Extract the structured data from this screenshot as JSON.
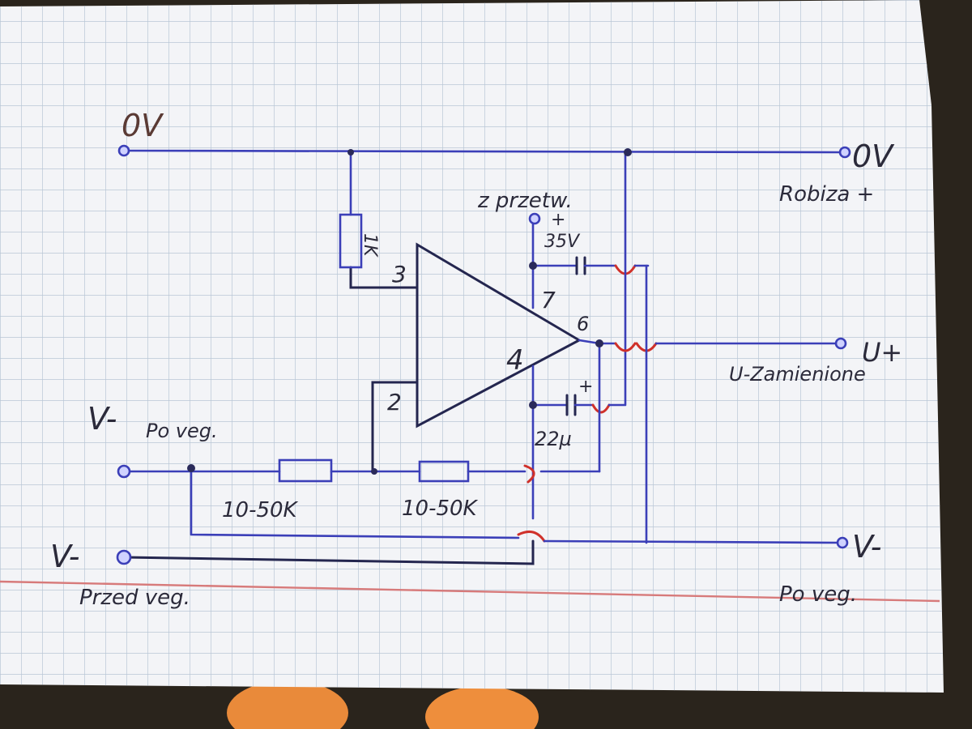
{
  "labels": {
    "top_left_0v": "0V",
    "top_right_0v": "0V",
    "robiza": "Robiza +",
    "z_przetw": "z przetw.",
    "cap_top_plus": "+",
    "cap_top_v": "35V",
    "resistor_1k": "1K",
    "pin3": "3",
    "pin7": "7",
    "pin6": "6",
    "pin4": "4",
    "pin2": "2",
    "cap_bottom_plus": "+",
    "cap_bottom_val": "22µ",
    "u_plus": "U+",
    "u_zamienione": "U-Zamienione",
    "v_minus_po": "V-",
    "po_veg_left": "Po veg.",
    "r1": "10-50K",
    "r2": "10-50K",
    "v_minus_przed": "V-",
    "przed_veg": "Przed veg.",
    "v_minus_right": "V-",
    "po_veg_right": "Po veg."
  },
  "colors": {
    "paper": "#f3f4f7",
    "grid": "#b9c6d6",
    "ink_wire": "#3b3fb8",
    "ink_text": "#2b2a3a",
    "crossover": "#d0312a",
    "margin_line": "#d77a7a"
  }
}
